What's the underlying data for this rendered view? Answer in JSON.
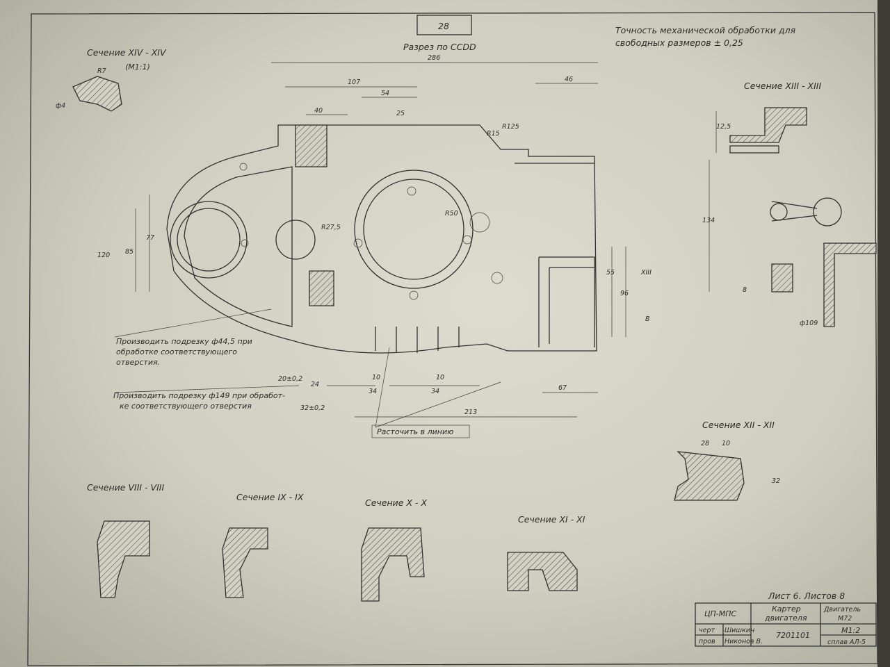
{
  "sheet_number": "28",
  "main_view_title": "Разрез по CCDD",
  "tolerance_note": [
    "Точность механической обработки для",
    "свободных размеров ± 0,25"
  ],
  "notes": {
    "bore_44_5": [
      "Производить подрезку ф44,5 при",
      "обработке соответствующего",
      "отверстия."
    ],
    "bore_149": [
      "Производить подрезку ф149 при обработ-",
      "ке соответствующего отверстия"
    ],
    "line_bore": "Расточить в линию"
  },
  "sections": {
    "xiv": {
      "label": "Сечение XIV - XIV",
      "scale": "(М1:1)"
    },
    "xiii": {
      "label": "Сечение XIII - XIII"
    },
    "xii": {
      "label": "Сечение XII - XII"
    },
    "viii": {
      "label": "Сечение VIII - VIII"
    },
    "ix": {
      "label": "Сечение IX - IX"
    },
    "x": {
      "label": "Сечение X - X"
    },
    "xi": {
      "label": "Сечение XI - XI"
    }
  },
  "dimensions": {
    "overall_width": "286",
    "d107": "107",
    "d54": "54",
    "d46": "46",
    "d40": "40",
    "d25": "25",
    "d213": "213",
    "d67": "67",
    "d34a": "34",
    "d34b": "34",
    "d10a": "10",
    "d10b": "10",
    "d24": "24",
    "d55": "55",
    "d96": "96",
    "d77": "77",
    "d85": "85",
    "d120": "120",
    "d134": "134",
    "d32": "32",
    "d28": "28",
    "d10c": "10",
    "d12_5": "12,5",
    "d8": "8",
    "d109": "ф109",
    "r50": "R50",
    "r15": "R15",
    "r125": "R125",
    "r275": "R27,5",
    "r7": "R7",
    "d4": "ф4",
    "d32_02": "32±0,2",
    "d20_02": "20±0,2",
    "xiii_mark": "XIII",
    "b_mark": "B"
  },
  "title_block": {
    "sheet_info": "Лист 6.  Листов 8",
    "org": "ЦП-МПС",
    "part_name": [
      "Картер",
      "двигателя"
    ],
    "product": [
      "Двигатель",
      "М72"
    ],
    "drawn_label": "черт",
    "drawn_by": "Шишкин",
    "checked_label": "пров",
    "checked_by": "Никонов В.",
    "drawing_number": "7201101",
    "scale": "М1:2",
    "sheet_ref": "сплав АЛ-5"
  }
}
